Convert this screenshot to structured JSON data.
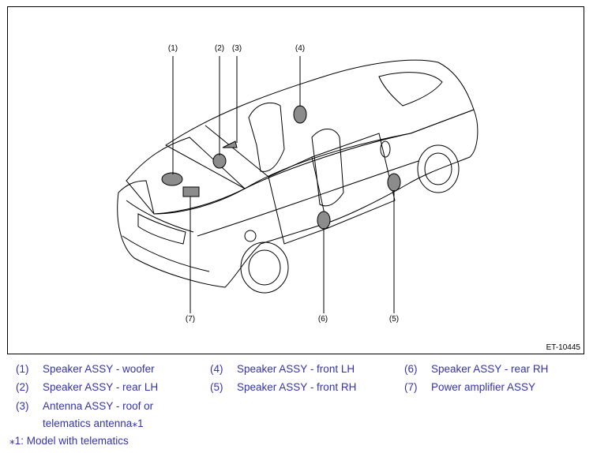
{
  "figure_id": "ET-10445",
  "callouts": [
    "(1)",
    "(2)",
    "(3)",
    "(4)",
    "(5)",
    "(6)",
    "(7)"
  ],
  "legend": [
    {
      "num": "(1)",
      "text": "Speaker ASSY - woofer"
    },
    {
      "num": "(2)",
      "text": "Speaker ASSY - rear LH"
    },
    {
      "num": "(3)",
      "text": "Antenna ASSY - roof or",
      "text2": "telematics antenna⁎1"
    },
    {
      "num": "(4)",
      "text": "Speaker ASSY - front LH"
    },
    {
      "num": "(5)",
      "text": "Speaker ASSY - front RH"
    },
    {
      "num": "(6)",
      "text": "Speaker ASSY - rear RH"
    },
    {
      "num": "(7)",
      "text": "Power amplifier ASSY"
    }
  ],
  "footnote": "⁎1: Model with telematics",
  "colors": {
    "legend_text": "#3333aa",
    "part_fill": "#8c8c8c"
  }
}
